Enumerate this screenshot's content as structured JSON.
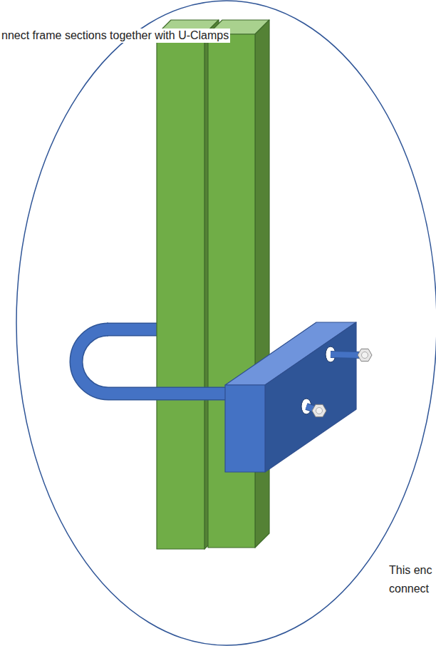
{
  "diagram": {
    "labels": [
      "nnect frame sections together with U-Clamps",
      "This enc",
      "connect"
    ]
  }
}
